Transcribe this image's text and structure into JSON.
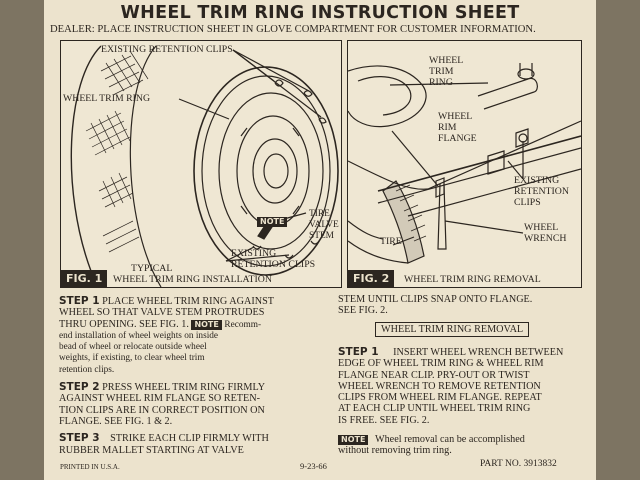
{
  "title": "WHEEL TRIM RING INSTRUCTION SHEET",
  "dealer_note": "DEALER: PLACE INSTRUCTION SHEET IN GLOVE COMPARTMENT FOR CUSTOMER INFORMATION.",
  "fig1": {
    "label": "FIG. 1",
    "caption": [
      "TYPICAL",
      "WHEEL TRIM RING INSTALLATION"
    ],
    "callouts": {
      "existing_retention_clips_top": "EXISTING RETENTION CLIPS",
      "wheel_trim_ring": "WHEEL TRIM RING",
      "tire_valve_stem": [
        "TIRE",
        "VALVE",
        "STEM"
      ],
      "existing_retention_clips_bottom": [
        "EXISTING",
        "RETENTION CLIPS"
      ],
      "note_tag": "NOTE"
    }
  },
  "fig2": {
    "label": "FIG. 2",
    "caption": "WHEEL TRIM RING REMOVAL",
    "callouts": {
      "wheel_trim_ring": [
        "WHEEL",
        "TRIM",
        "RING"
      ],
      "wheel_rim_flange": [
        "WHEEL",
        "RIM",
        "FLANGE"
      ],
      "existing_retention_clips": [
        "EXISTING",
        "RETENTION",
        "CLIPS"
      ],
      "tire": "TIRE",
      "wheel_wrench": [
        "WHEEL",
        "WRENCH"
      ]
    }
  },
  "left_col": {
    "step1": {
      "num": "STEP 1",
      "lines": [
        "PLACE WHEEL TRIM RING AGAINST",
        "WHEEL SO THAT VALVE STEM PROTRUDES",
        "THRU OPENING.  SEE FIG. 1."
      ],
      "note_tag": "NOTE",
      "note_lines": [
        "Recomm-",
        "end installation of wheel weights on inside",
        "bead of wheel or relocate outside wheel",
        "weights, if existing, to clear wheel trim",
        "retention clips."
      ]
    },
    "step2": {
      "num": "STEP 2",
      "lines": [
        "PRESS WHEEL TRIM RING FIRMLY",
        "AGAINST WHEEL RIM FLANGE SO RETEN-",
        "TION CLIPS ARE IN CORRECT POSITION ON",
        "FLANGE.  SEE FIG. 1 & 2."
      ]
    },
    "step3": {
      "num": "STEP 3",
      "lines": [
        "STRIKE EACH CLIP FIRMLY WITH",
        "RUBBER MALLET STARTING AT VALVE"
      ]
    }
  },
  "right_col": {
    "continuation": [
      "STEM UNTIL CLIPS SNAP ONTO FLANGE.",
      "SEE FIG. 2."
    ],
    "removal_heading": "WHEEL TRIM RING REMOVAL",
    "step1": {
      "num": "STEP 1",
      "lines": [
        "INSERT WHEEL WRENCH BETWEEN",
        "EDGE OF WHEEL TRIM RING & WHEEL RIM",
        "FLANGE NEAR CLIP.  PRY-OUT OR TWIST",
        "WHEEL WRENCH TO REMOVE RETENTION",
        "CLIPS FROM WHEEL RIM FLANGE.  REPEAT",
        "AT EACH CLIP UNTIL WHEEL TRIM RING",
        "IS FREE.  SEE FIG. 2."
      ]
    },
    "note_tag": "NOTE",
    "note_lines": [
      "Wheel removal can be accomplished",
      "without removing trim ring."
    ]
  },
  "footer": {
    "printed": "PRINTED IN U.S.A.",
    "date": "9-23-66",
    "part_no": "PART NO. 3913832"
  },
  "colors": {
    "ink": "#2c2620",
    "paper": "#ece3cd",
    "background": "#7d7462"
  }
}
